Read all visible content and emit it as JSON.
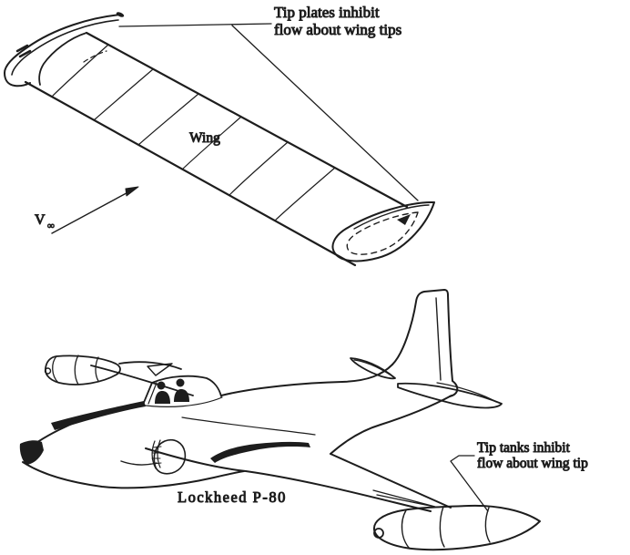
{
  "figure": {
    "background": "#ffffff",
    "ink_color": "#1d1d1d"
  },
  "top_diagram": {
    "tip_plates_label": {
      "line1": "Tip plates inhibit",
      "line2": "flow about wing tips"
    },
    "wing_label": "Wing",
    "velocity_label": {
      "symbol": "V",
      "subscript": "∞"
    }
  },
  "aircraft_diagram": {
    "caption": "Lockheed P-80",
    "tip_tanks_label": {
      "line1": "Tip tanks inhibit",
      "line2": "flow about wing tip"
    }
  }
}
